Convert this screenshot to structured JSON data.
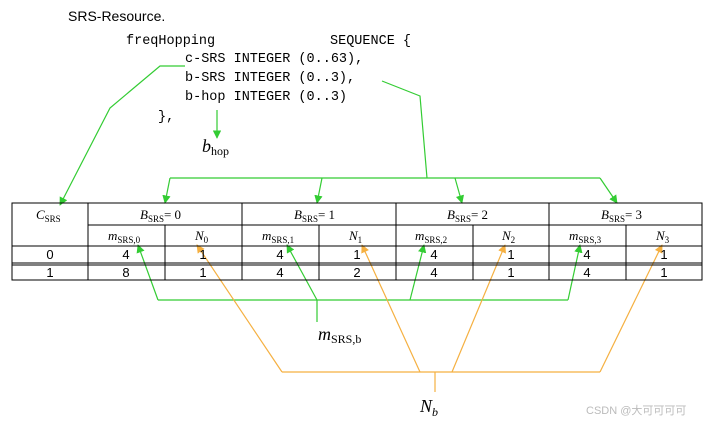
{
  "title": "SRS-Resource.",
  "code": {
    "line1_name": "freqHopping",
    "line1_type": "SEQUENCE {",
    "line2": "c-SRS INTEGER (0..63),",
    "line3": "b-SRS INTEGER (0..3),",
    "line4": "b-hop INTEGER (0..3)",
    "line5": "},"
  },
  "labels": {
    "b_hop_main": "b",
    "b_hop_sub": "hop",
    "m_srs_main": "m",
    "m_srs_sub": "SRS,b",
    "n_b_main": "N",
    "n_b_sub": "b"
  },
  "table": {
    "c_srs_main": "C",
    "c_srs_sub": "SRS",
    "groups": [
      {
        "b_main": "B",
        "b_sub": "SRS",
        "b_eq": "= 0",
        "m_main": "m",
        "m_sub": "SRS,0",
        "n_main": "N",
        "n_sub": "0"
      },
      {
        "b_main": "B",
        "b_sub": "SRS",
        "b_eq": "= 1",
        "m_main": "m",
        "m_sub": "SRS,1",
        "n_main": "N",
        "n_sub": "1"
      },
      {
        "b_main": "B",
        "b_sub": "SRS",
        "b_eq": "= 2",
        "m_main": "m",
        "m_sub": "SRS,2",
        "n_main": "N",
        "n_sub": "2"
      },
      {
        "b_main": "B",
        "b_sub": "SRS",
        "b_eq": "= 3",
        "m_main": "m",
        "m_sub": "SRS,3",
        "n_main": "N",
        "n_sub": "3"
      }
    ],
    "rows": [
      {
        "c": "0",
        "vals": [
          "4",
          "1",
          "4",
          "1",
          "4",
          "1",
          "4",
          "1"
        ]
      },
      {
        "c": "1",
        "vals": [
          "8",
          "1",
          "4",
          "2",
          "4",
          "1",
          "4",
          "1"
        ]
      }
    ]
  },
  "colors": {
    "green": "#33cc33",
    "orange": "#f5b041",
    "grid": "#000000"
  },
  "watermark": "CSDN @大可可可可"
}
